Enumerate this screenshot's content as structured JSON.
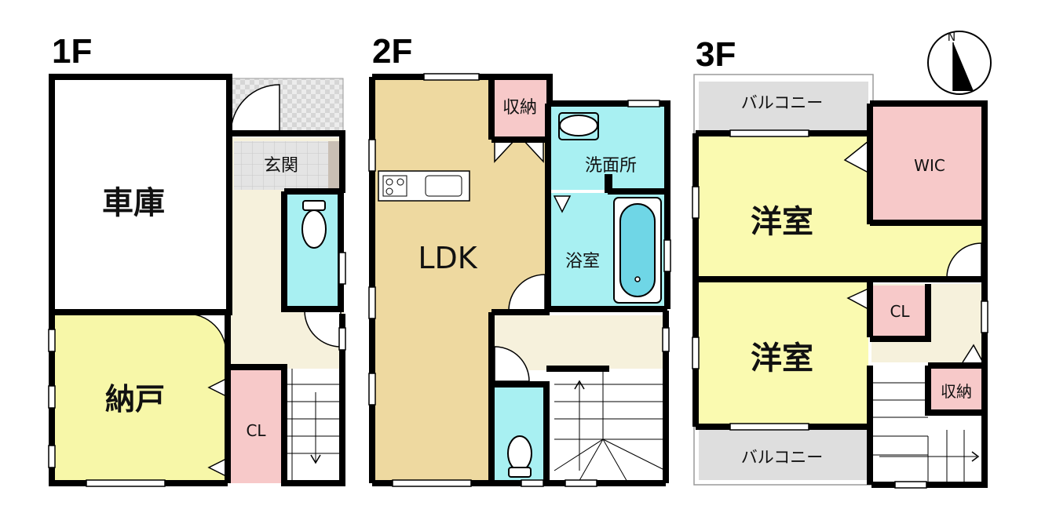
{
  "floors": [
    {
      "id": "1f",
      "label": "1F"
    },
    {
      "id": "2f",
      "label": "2F"
    },
    {
      "id": "3f",
      "label": "3F"
    }
  ],
  "rooms": {
    "garage": "車庫",
    "entrance": "玄関",
    "storeroom": "納戸",
    "closet_1f": "CL",
    "ldk": "LDK",
    "storage_2f": "収納",
    "washroom": "洗面所",
    "bathroom": "浴室",
    "balcony_north": "バルコニー",
    "balcony_south": "バルコニー",
    "western_room_1": "洋室",
    "western_room_2": "洋室",
    "wic": "WIC",
    "closet_3f": "CL",
    "storage_3f": "収納"
  },
  "compass": {
    "north": "N"
  },
  "colors": {
    "wall": "#000000",
    "storeroom": "#f7f7a8",
    "corridor": "#f6f1dc",
    "closet": "#f7c9c9",
    "wet_area": "#a8f0f2",
    "ldk": "#eed9a0",
    "western_room": "#fafab0",
    "balcony": "#dedede",
    "entrance_tile": "#e3e3e3"
  }
}
